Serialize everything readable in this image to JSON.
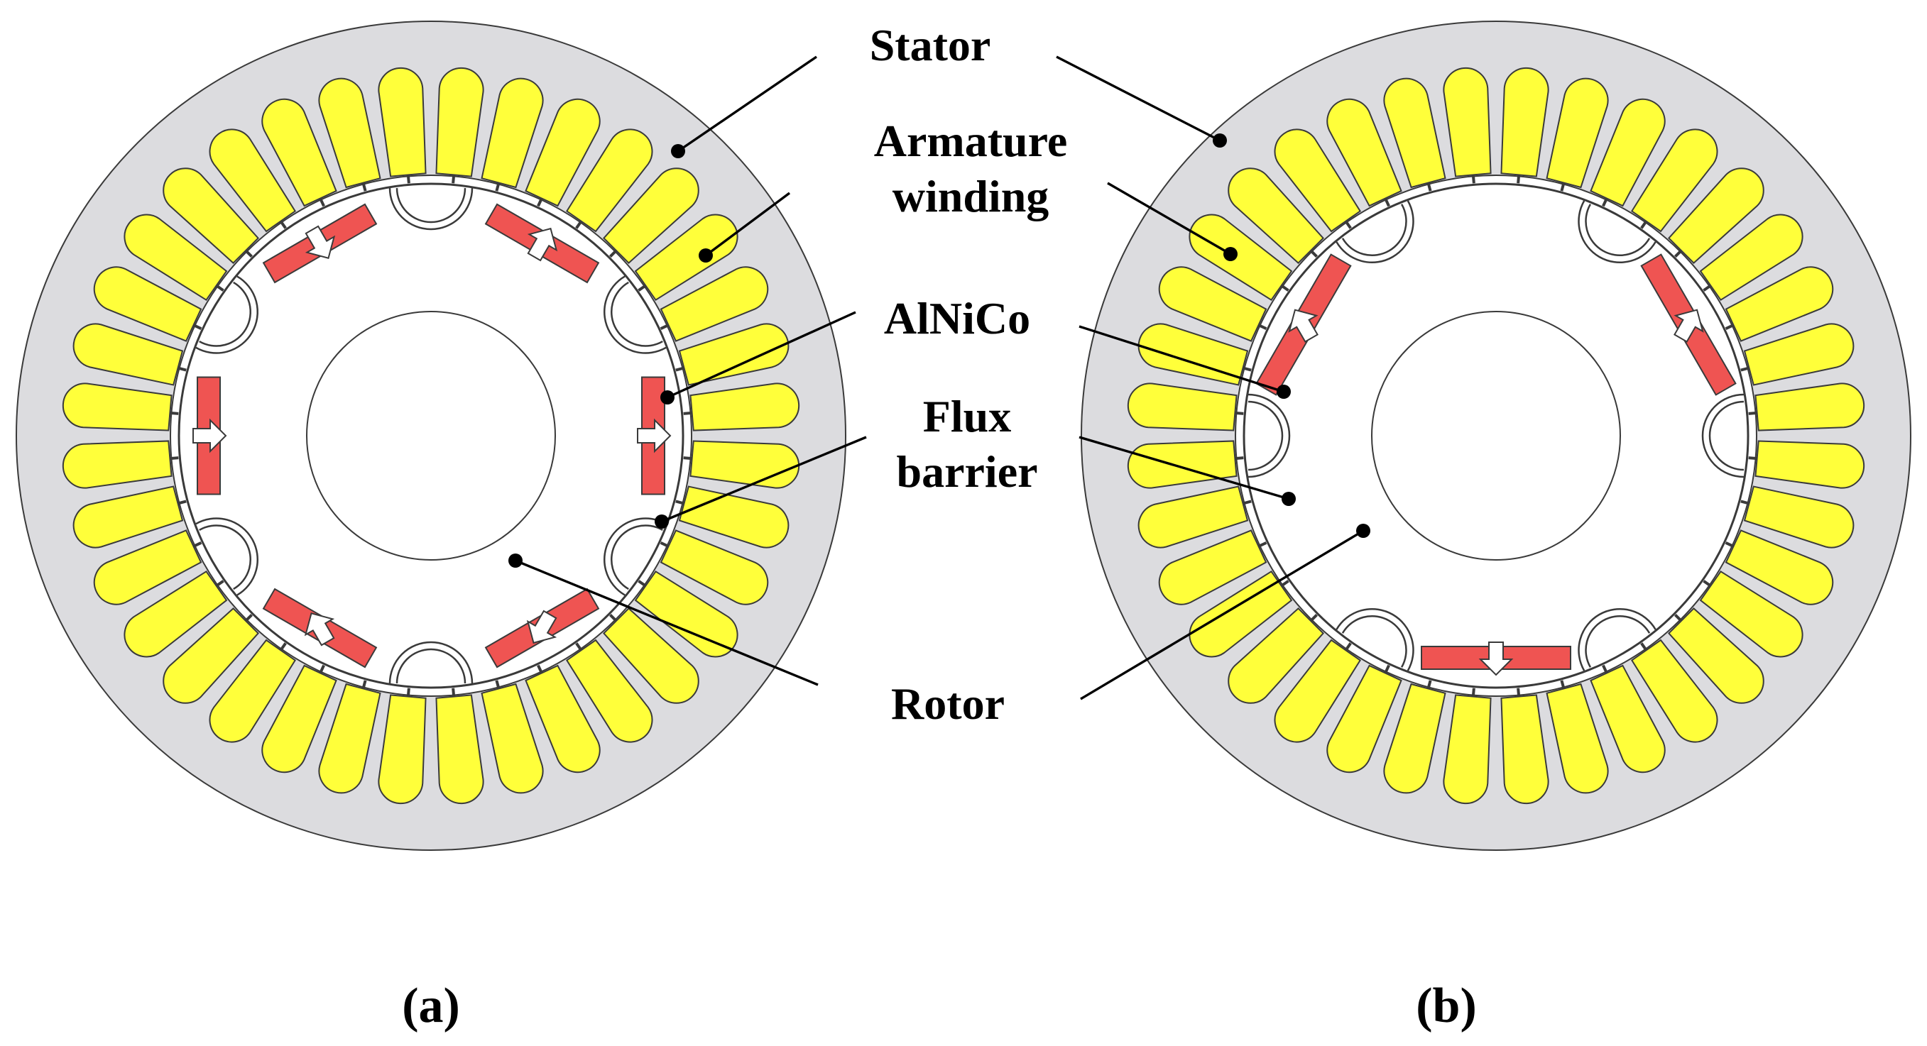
{
  "figure": {
    "labels": {
      "stator": "Stator",
      "armature_line1": "Armature",
      "armature_line2": "winding",
      "alnico": "AlNiCo",
      "flux_line1": "Flux",
      "flux_line2": "barrier",
      "rotor": "Rotor"
    },
    "captions": {
      "a": "(a)",
      "b": "(b)"
    },
    "colors": {
      "stator": "#dcdcdf",
      "winding": "#ffff3a",
      "magnet": "#ef5452",
      "outline": "#3a3a3a",
      "background": "#ffffff",
      "arrow": "#ffffff",
      "leader": "#000000"
    },
    "motors": [
      {
        "id": "a",
        "slots": 36,
        "magnets": [
          {
            "angle": 0,
            "arrow": "right"
          },
          {
            "angle": 60,
            "arrow": "down-left"
          },
          {
            "angle": 120,
            "arrow": "up-left"
          },
          {
            "angle": 180,
            "arrow": "right"
          },
          {
            "angle": 240,
            "arrow": "down-right"
          },
          {
            "angle": 300,
            "arrow": "up-right"
          }
        ],
        "barriers": 6
      },
      {
        "id": "b",
        "slots": 36,
        "magnets": [
          {
            "angle": 90,
            "arrow": "down"
          },
          {
            "angle": 210,
            "arrow": "up-left"
          },
          {
            "angle": 330,
            "arrow": "up-right"
          }
        ],
        "barriers": 6
      }
    ]
  }
}
